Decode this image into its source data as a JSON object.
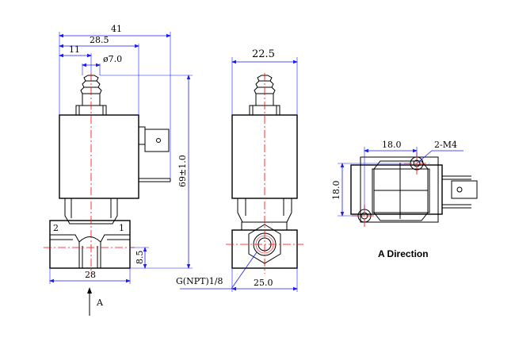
{
  "front_view": {
    "dims": {
      "overall_width": "41",
      "width_28_5": "28.5",
      "width_11": "11",
      "barb_dia": "ø7.0",
      "overall_height": "69±1.0",
      "port_height": "8.5",
      "body_width": "28"
    },
    "port_labels": {
      "port2": "2",
      "port1": "1"
    },
    "view_arrow": "A"
  },
  "side_view": {
    "dims": {
      "coil_width": "22.5",
      "body_width": "25.0",
      "thread": "G(NPT)1/8"
    }
  },
  "a_direction_view": {
    "title": "A Direction",
    "dims": {
      "hole_spacing_x": "18.0",
      "hole_spacing_y": "18.0",
      "mount_thread": "2-M4"
    }
  }
}
